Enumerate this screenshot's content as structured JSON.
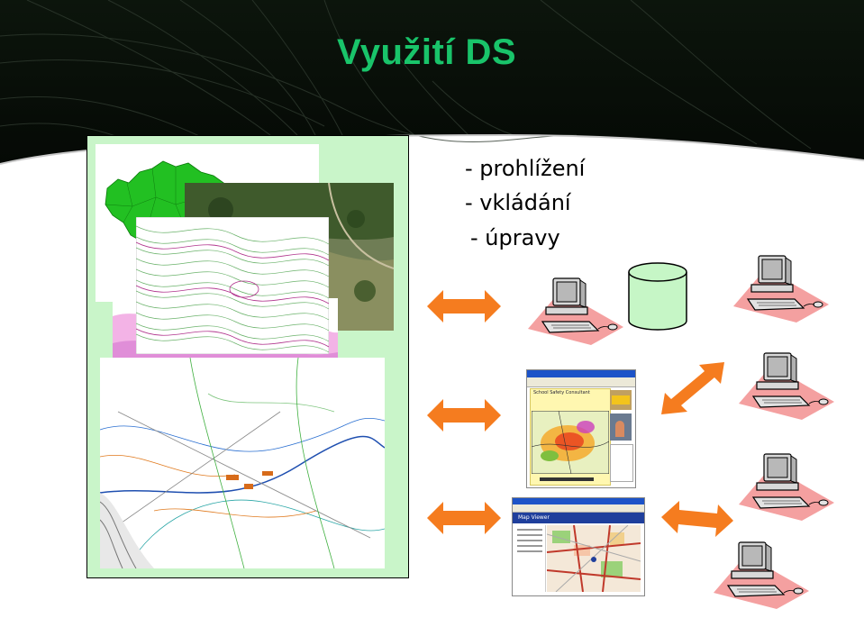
{
  "title": "Využití DS",
  "bullets": [
    "- prohlížení",
    "- vkládání",
    "- úpravy"
  ],
  "webapp1": {
    "header": "School Safety Consultant"
  },
  "webapp2": {
    "header": "Map Viewer"
  },
  "colors": {
    "title": "#19c46a",
    "header_bg": "#0a120a",
    "arrow": "#f57c1f",
    "database_fill": "#c6f6c6",
    "pc_shadow": "#f4a0a0",
    "collage_bg": "#c9f5c9"
  }
}
